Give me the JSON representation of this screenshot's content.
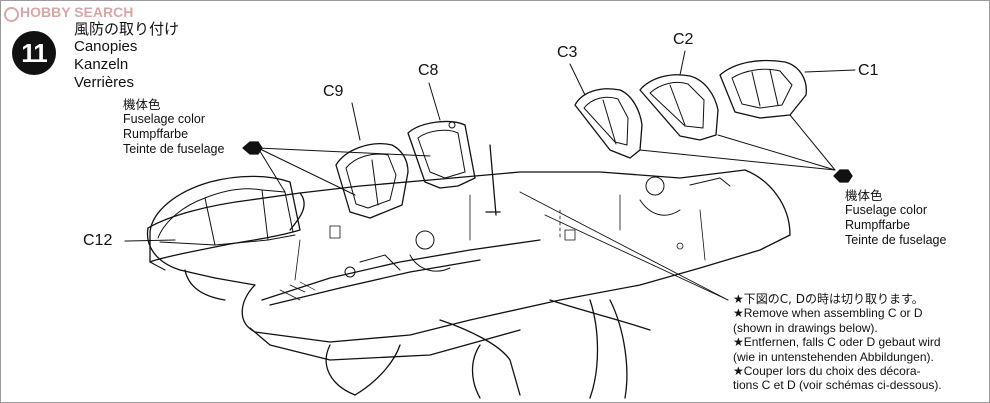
{
  "watermark": "HOBBY SEARCH",
  "step": {
    "number": "11",
    "title_jp": "風防の取り付け",
    "title_en": "Canopies",
    "title_de": "Kanzeln",
    "title_fr": "Verrières"
  },
  "color_callout_left": {
    "jp": "機体色",
    "en": "Fuselage color",
    "de": "Rumpffarbe",
    "fr": "Teinte de fuselage"
  },
  "color_callout_right": {
    "jp": "機体色",
    "en": "Fuselage color",
    "de": "Rumpffarbe",
    "fr": "Teinte de fuselage"
  },
  "parts": {
    "c1": "C1",
    "c2": "C2",
    "c3": "C3",
    "c8": "C8",
    "c9": "C9",
    "c12": "C12"
  },
  "notes": {
    "jp": "★下図のC, Dの時は切り取ります。",
    "en_1": "★Remove when assembling C or D",
    "en_2": "(shown in drawings below).",
    "de_1": "★Entfernen, falls C oder D gebaut wird",
    "de_2": "(wie in untenstehenden Abbildungen).",
    "fr_1": "★Couper lors du choix des décora-",
    "fr_2": "tions C et D (voir schémas ci-dessous)."
  }
}
